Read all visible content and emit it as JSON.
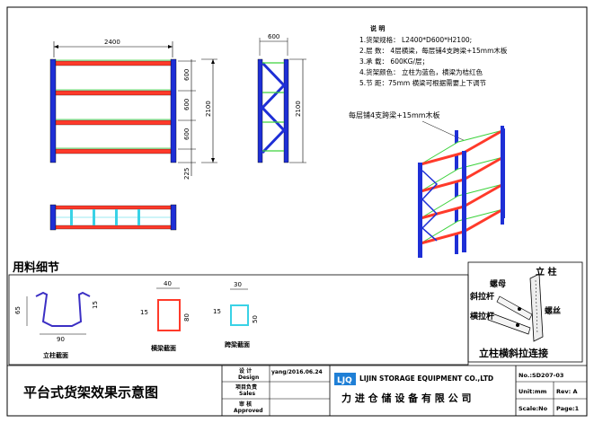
{
  "drawing": {
    "notes": {
      "heading": "说  明",
      "items": [
        "1.货架规格： L2400*D600*H2100;",
        "2.层    数： 4层横梁，每层铺4支跨梁+15mm木板",
        "3.承    载： 600KG/层；",
        "4.货架颜色： 立柱为蓝色，横梁为桔红色",
        "5.节    距：75mm  横梁可根据需要上下调节"
      ]
    },
    "front_view": {
      "width_dim": "2400",
      "height_dim": "2100",
      "level_dims": [
        "600",
        "600",
        "600",
        "225"
      ]
    },
    "side_view": {
      "depth_dim": "600",
      "height_dim": "2100"
    },
    "iso_label": "每层铺4支跨梁+15mm木板",
    "section_title": "用料细节",
    "column_profile": {
      "caption": "立柱截面",
      "dims": [
        "65",
        "15",
        "90"
      ]
    },
    "beam_profile": {
      "caption": "横梁截面",
      "dims": [
        "40",
        "15",
        "80"
      ]
    },
    "cross_beam_profile": {
      "caption": "跨梁截面",
      "dims": [
        "30",
        "15",
        "50"
      ]
    },
    "connection_detail": {
      "title": "立柱横斜拉连接",
      "labels": [
        "立 柱",
        "螺母",
        "斜拉杆",
        "横拉杆",
        "螺丝"
      ]
    }
  },
  "title_block": {
    "drawing_title": "平台式货架效果示意图",
    "roles": [
      {
        "cn": "设 计",
        "en": "Design"
      },
      {
        "cn": "项目负责",
        "en": "Sales"
      },
      {
        "cn": "审 核",
        "en": "Approved"
      }
    ],
    "designer_date": "yang/2016.06.24",
    "company_en": "LIJIN STORAGE EQUIPMENT CO.,LTD",
    "company_cn": "力 进 仓 储 设 备 有 限 公 司",
    "logo_text": "LJQ",
    "number": "No.:SD207-03",
    "unit": "Unit:mm",
    "rev": "Rev: A",
    "scale": "Scale:No",
    "page": "Page:1"
  }
}
